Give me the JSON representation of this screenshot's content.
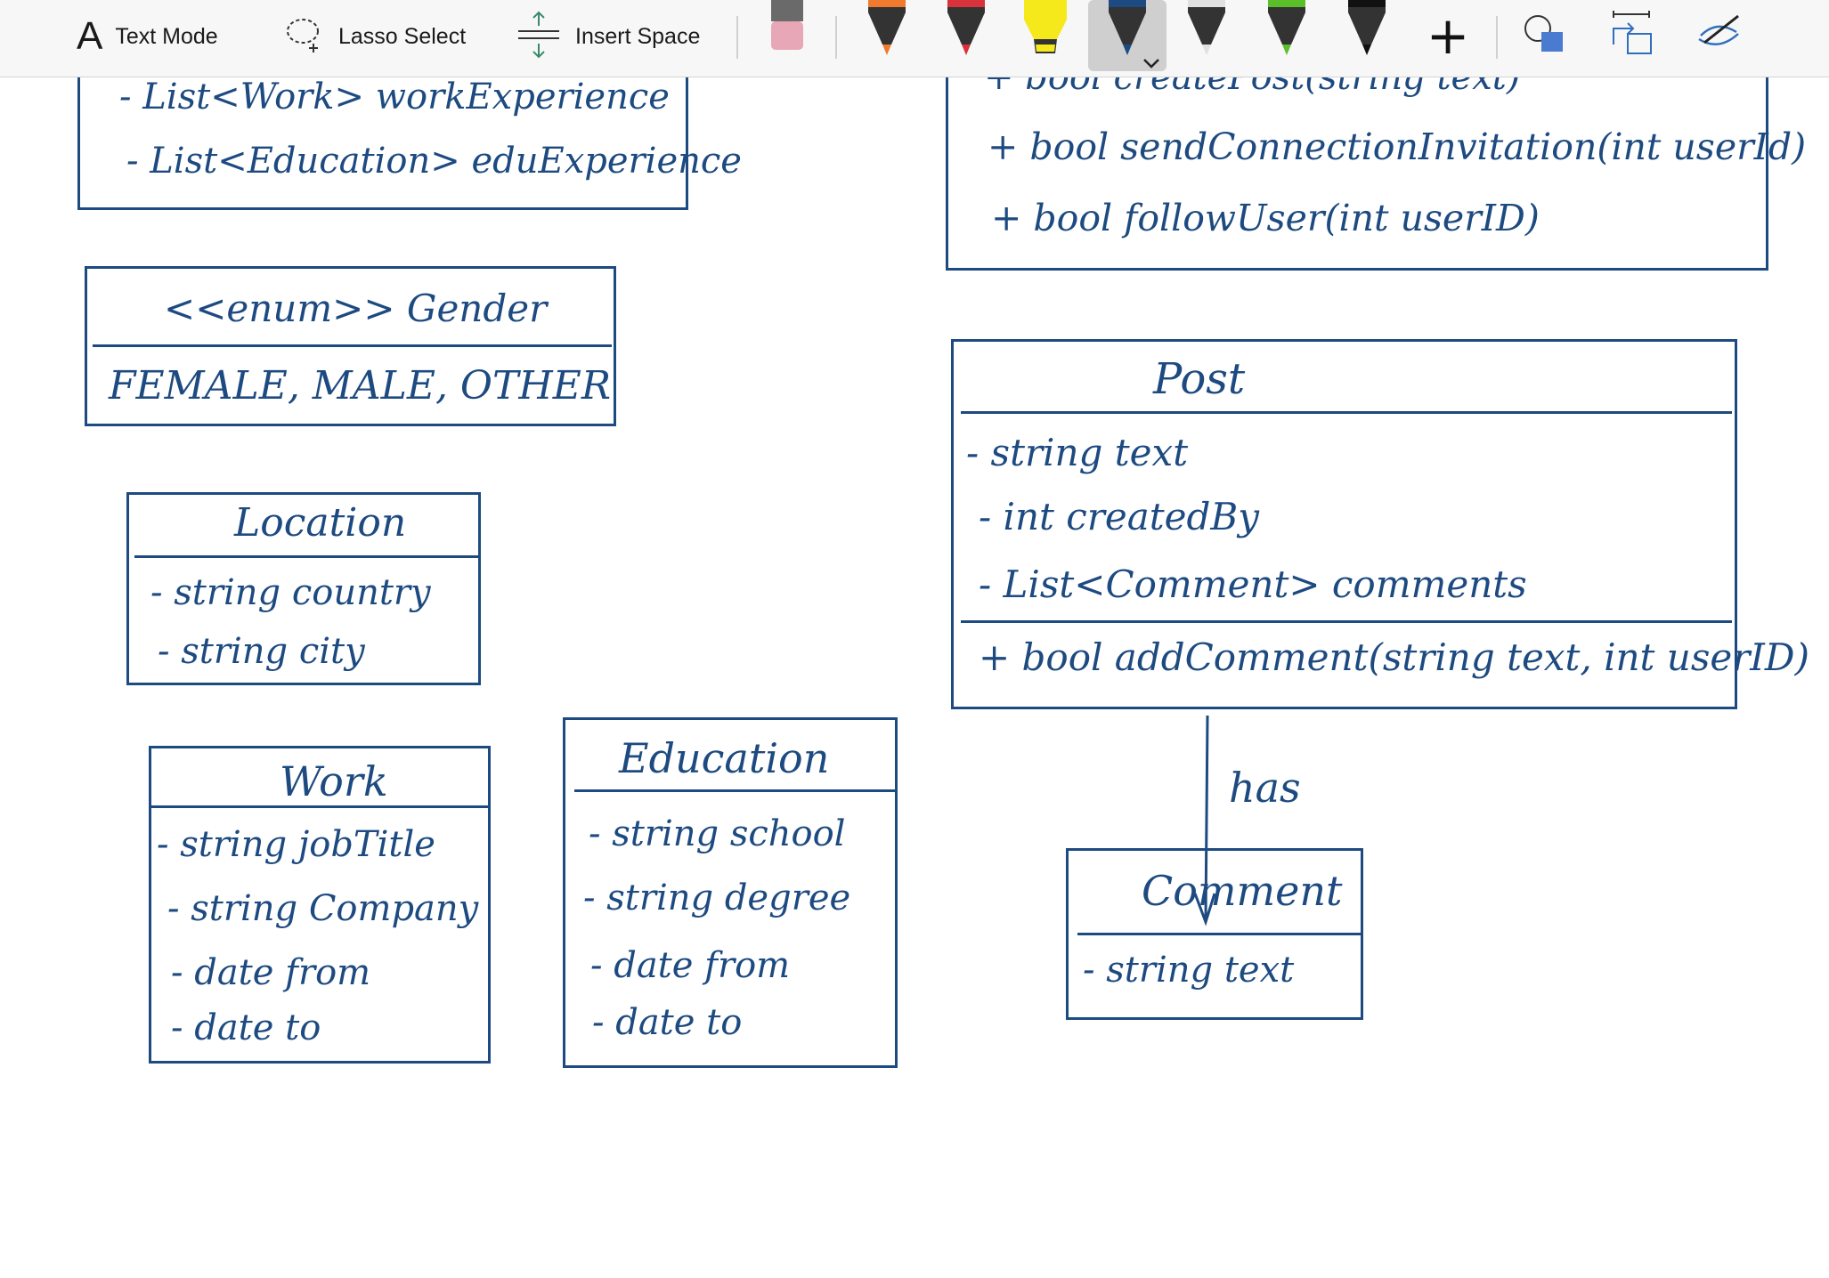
{
  "toolbar": {
    "text_mode_icon": "A",
    "text_mode_label": "Text Mode",
    "lasso_label": "Lasso Select",
    "insert_space_label": "Insert Space",
    "add_icon": "+",
    "pens": [
      {
        "name": "eraser",
        "color": "#e8a7b6"
      },
      {
        "name": "orange-pen",
        "color": "#f07a2e"
      },
      {
        "name": "red-pen",
        "color": "#d8323c"
      },
      {
        "name": "yellow-highlighter",
        "color": "#f5e91c"
      },
      {
        "name": "blue-pen",
        "color": "#1d4a80",
        "selected": true
      },
      {
        "name": "silver-pen",
        "color": "#e0e0e0"
      },
      {
        "name": "green-pen",
        "color": "#5bbf2a"
      },
      {
        "name": "black-pen",
        "color": "#111111"
      }
    ]
  },
  "diagram": {
    "ink_color": "#1d4a80",
    "user_partial": {
      "attributes": [
        "- List<Work> workExperience",
        "- List<Education> eduExperience"
      ]
    },
    "user_methods_partial": {
      "methods": [
        "+ bool createPost(string text)",
        "+ bool sendConnectionInvitation(int userId)",
        "+ bool followUser(int userID)"
      ]
    },
    "gender": {
      "title": "<<enum>> Gender",
      "values": "FEMALE, MALE, OTHER"
    },
    "location": {
      "title": "Location",
      "attributes": [
        "- string country",
        "- string city"
      ]
    },
    "post": {
      "title": "Post",
      "attributes": [
        "- string text",
        "- int createdBy",
        "- List<Comment> comments"
      ],
      "methods": [
        "+ bool addComment(string text, int userID)"
      ]
    },
    "work": {
      "title": "Work",
      "attributes": [
        "- string jobTitle",
        "- string Company",
        "- date from",
        "- date to"
      ]
    },
    "education": {
      "title": "Education",
      "attributes": [
        "- string school",
        "- string degree",
        "- date from",
        "- date to"
      ]
    },
    "comment": {
      "title": "Comment",
      "attributes": [
        "- string text"
      ]
    },
    "relation_label": "has"
  }
}
